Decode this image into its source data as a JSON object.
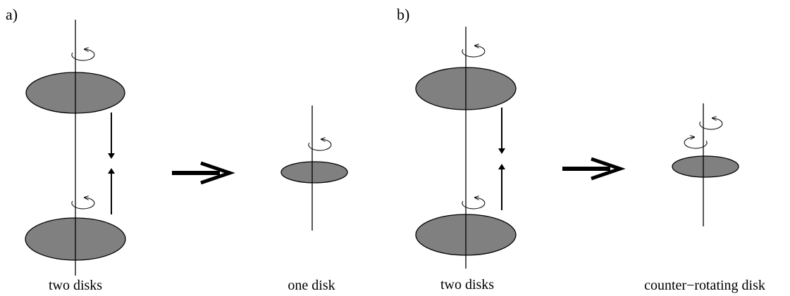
{
  "panels": [
    {
      "label": "a)",
      "left_caption": "two disks",
      "right_caption": "one disk"
    },
    {
      "label": "b)",
      "left_caption": "two disks",
      "right_caption": "counter−rotating disk"
    }
  ],
  "colors": {
    "disk_fill": "#808080",
    "stroke": "#000000",
    "background": "#ffffff"
  },
  "icons": {
    "rotation": "rotation-arrow-icon",
    "transition": "right-arrow-icon",
    "approach": "vertical-arrow-icon"
  }
}
